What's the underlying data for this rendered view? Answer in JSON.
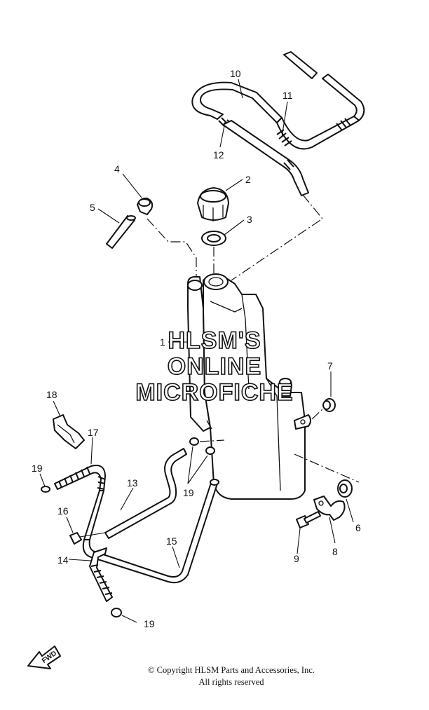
{
  "watermark": {
    "line1": "HLSM'S",
    "line2": "ONLINE",
    "line3": "MICROFICHE"
  },
  "fwd_label": "FWD",
  "callouts": {
    "c1": "1",
    "c2": "2",
    "c3": "3",
    "c4": "4",
    "c5": "5",
    "c6": "6",
    "c7": "7",
    "c8": "8",
    "c9": "9",
    "c10": "10",
    "c11": "11",
    "c12": "12",
    "c13": "13",
    "c14": "14",
    "c15": "15",
    "c16": "16",
    "c17": "17",
    "c18": "18",
    "c19a": "19",
    "c19b": "19",
    "c19c": "19"
  },
  "footer": {
    "copyright": "© Copyright HLSM Parts and Accessories, Inc.",
    "rights": "All rights reserved"
  }
}
